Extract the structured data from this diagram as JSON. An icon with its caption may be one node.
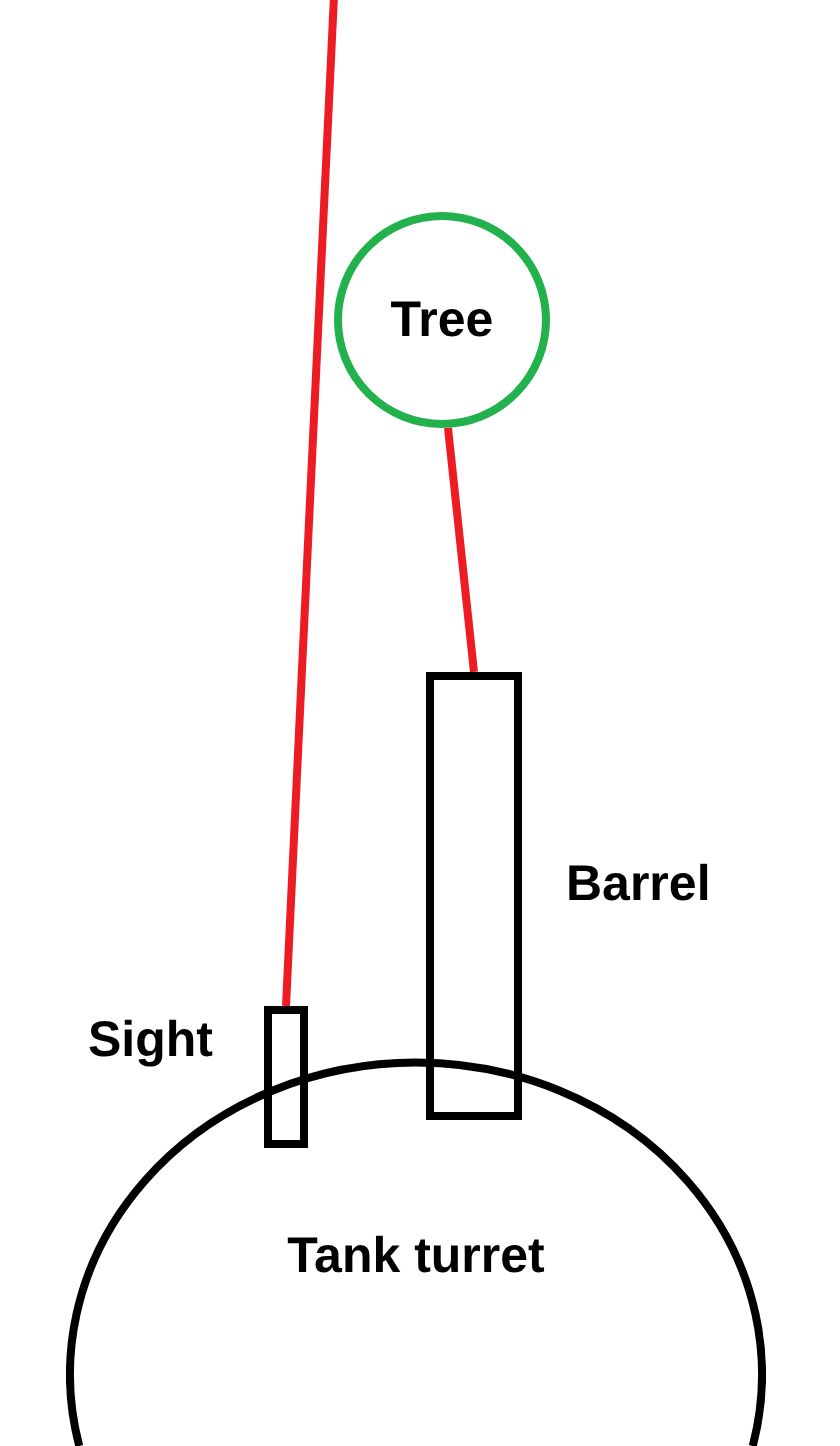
{
  "diagram": {
    "nodes": [
      {
        "text": [
          "Tree"
        ]
      },
      {
        "text": [
          "Barrel"
        ]
      },
      {
        "text": [
          "Sight"
        ]
      },
      {
        "text": [
          "Tank turret"
        ]
      }
    ],
    "edges": [
      {
        "from": 2,
        "to": null,
        "arrow": "none",
        "color": "#ed1c24"
      },
      {
        "from": 0,
        "to": 1,
        "arrow": "none",
        "color": "#ed1c24"
      }
    ]
  }
}
